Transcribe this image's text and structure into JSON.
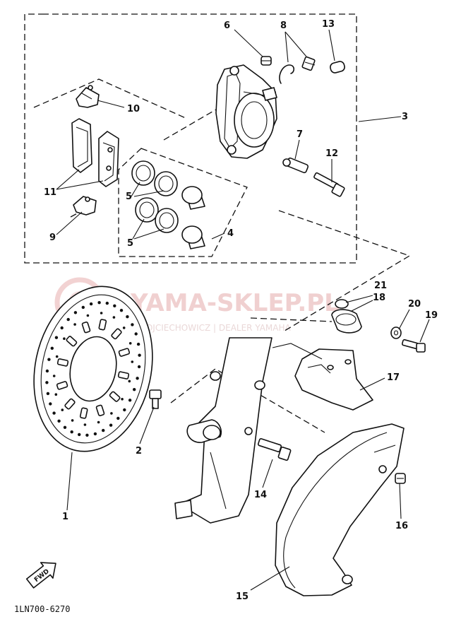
{
  "callouts": {
    "c1": "1",
    "c2": "2",
    "c3": "3",
    "c4": "4",
    "c5a": "5",
    "c5b": "5",
    "c6": "6",
    "c7": "7",
    "c8": "8",
    "c9": "9",
    "c10": "10",
    "c11": "11",
    "c12": "12",
    "c13": "13",
    "c14": "14",
    "c15": "15",
    "c16": "16",
    "c17": "17",
    "c18": "18",
    "c19": "19",
    "c20": "20",
    "c21": "21"
  },
  "watermark": {
    "title": "YAMA-SKLEP.PL",
    "subtitle": "WOJCIECHOWICZ | DEALER YAMAHA"
  },
  "diagram_code": "1LN700-6270",
  "direction_label": "FWD"
}
